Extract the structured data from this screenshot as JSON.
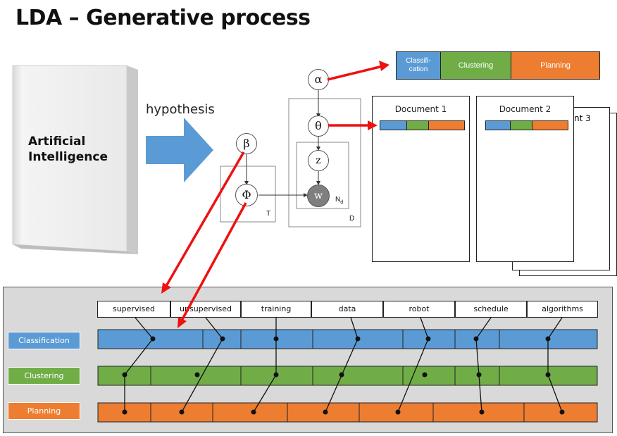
{
  "title": "LDA – Generative process",
  "book": {
    "line1": "Artificial",
    "line2": "Intelligence"
  },
  "arrow_label": "hypothesis",
  "nodes": {
    "alpha": "α",
    "theta": "θ",
    "beta": "β",
    "phi": "Φ",
    "z": "z",
    "w": "w"
  },
  "plates": {
    "T": "T",
    "Nd": "N",
    "Nd_sub": "d",
    "D": "D"
  },
  "topic_bar": {
    "classification": "Classifi-\ncation",
    "clustering": "Clustering",
    "planning": "Planning"
  },
  "documents": [
    {
      "label": "Document 1"
    },
    {
      "label": "Document 2"
    },
    {
      "label": "nt 3"
    }
  ],
  "colors": {
    "classification": "#5b9bd5",
    "clustering": "#70ad47",
    "planning": "#ed7d31",
    "arrow_red": "#ee1111",
    "hypothesis_arrow": "#5b9bd5"
  },
  "words": [
    "supervised",
    "unsupervised",
    "training",
    "data",
    "robot",
    "schedule",
    "algorithms"
  ],
  "rows": [
    {
      "label": "Classification",
      "color": "#5b9bd5"
    },
    {
      "label": "Clustering",
      "color": "#70ad47"
    },
    {
      "label": "Planning",
      "color": "#ed7d31"
    }
  ]
}
